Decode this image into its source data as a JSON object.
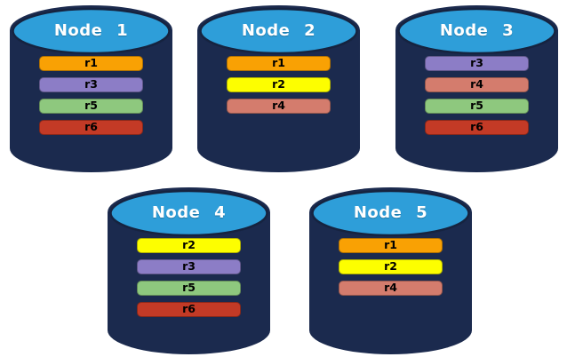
{
  "diagram": {
    "description": "Five database node cylinders with replica bars"
  },
  "nodes": [
    {
      "name": "Node 1",
      "replicas": [
        "r1",
        "r3",
        "r5",
        "r6"
      ]
    },
    {
      "name": "Node 2",
      "replicas": [
        "r1",
        "r2",
        "r4"
      ]
    },
    {
      "name": "Node 3",
      "replicas": [
        "r3",
        "r4",
        "r5",
        "r6"
      ]
    },
    {
      "name": "Node 4",
      "replicas": [
        "r2",
        "r3",
        "r5",
        "r6"
      ]
    },
    {
      "name": "Node 5",
      "replicas": [
        "r1",
        "r2",
        "r4"
      ]
    }
  ],
  "replica_colors": {
    "r1": "#F9A104",
    "r2": "#FDFE00",
    "r3": "#8C7DC6",
    "r4": "#D47C6D",
    "r5": "#8EC87E",
    "r6": "#C33A26"
  },
  "colors": {
    "cylinder_body": "#1B2A4E",
    "cylinder_top": "#2E9ED9",
    "cylinder_outline": "#16233F",
    "title_text": "#FFFFFF",
    "bar_text": "#000000",
    "background": "#FFFFFF"
  }
}
